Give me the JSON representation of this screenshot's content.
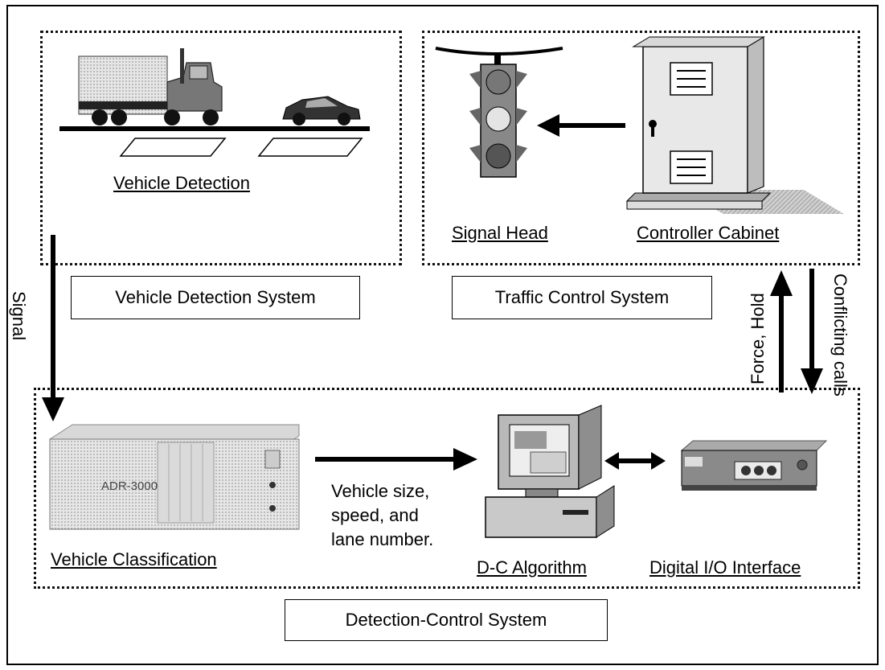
{
  "regions": {
    "vehicle_detection": {
      "illustration_caption": "Vehicle Detection",
      "system_label": "Vehicle Detection System"
    },
    "traffic_control": {
      "signal_head_caption": "Signal Head",
      "cabinet_caption": "Controller Cabinet",
      "system_label": "Traffic Control System"
    },
    "detection_control": {
      "classifier_device_text": "ADR-3000",
      "classifier_caption": "Vehicle Classification",
      "computer_caption": "D-C Algorithm",
      "io_caption": "Digital I/O Interface",
      "system_label": "Detection-Control System"
    }
  },
  "flows": {
    "signal": "Signal",
    "data_lines": [
      "Vehicle size,",
      "speed, and",
      "lane number."
    ],
    "force_hold": "Force, Hold",
    "conflicting_calls": "Conflicting calls"
  },
  "colors": {
    "ink": "#000000",
    "device_gray": "#c8c8c8",
    "dark_gray": "#555555"
  }
}
